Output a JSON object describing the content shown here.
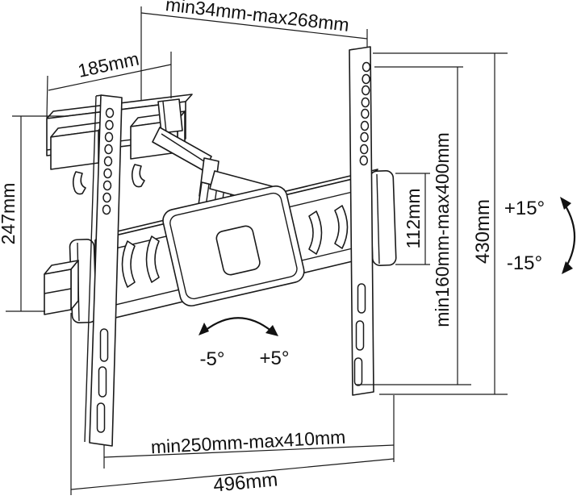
{
  "diagram": {
    "title": "TV wall mount bracket dimension drawing",
    "labels": {
      "top_span": "min34mm-max268mm",
      "left_width": "185mm",
      "left_height": "247mm",
      "right_inner": "112mm",
      "right_mid": "min160mm-max400mm",
      "right_outer": "430mm",
      "tilt_up": "+15°",
      "tilt_down": "-15°",
      "swivel_left": "-5°",
      "swivel_right": "+5°",
      "bottom_inner": "min250mm-max410mm",
      "bottom_outer": "496mm"
    },
    "colors": {
      "line": "#1a1a1a",
      "text": "#111111",
      "background": "#ffffff"
    }
  }
}
